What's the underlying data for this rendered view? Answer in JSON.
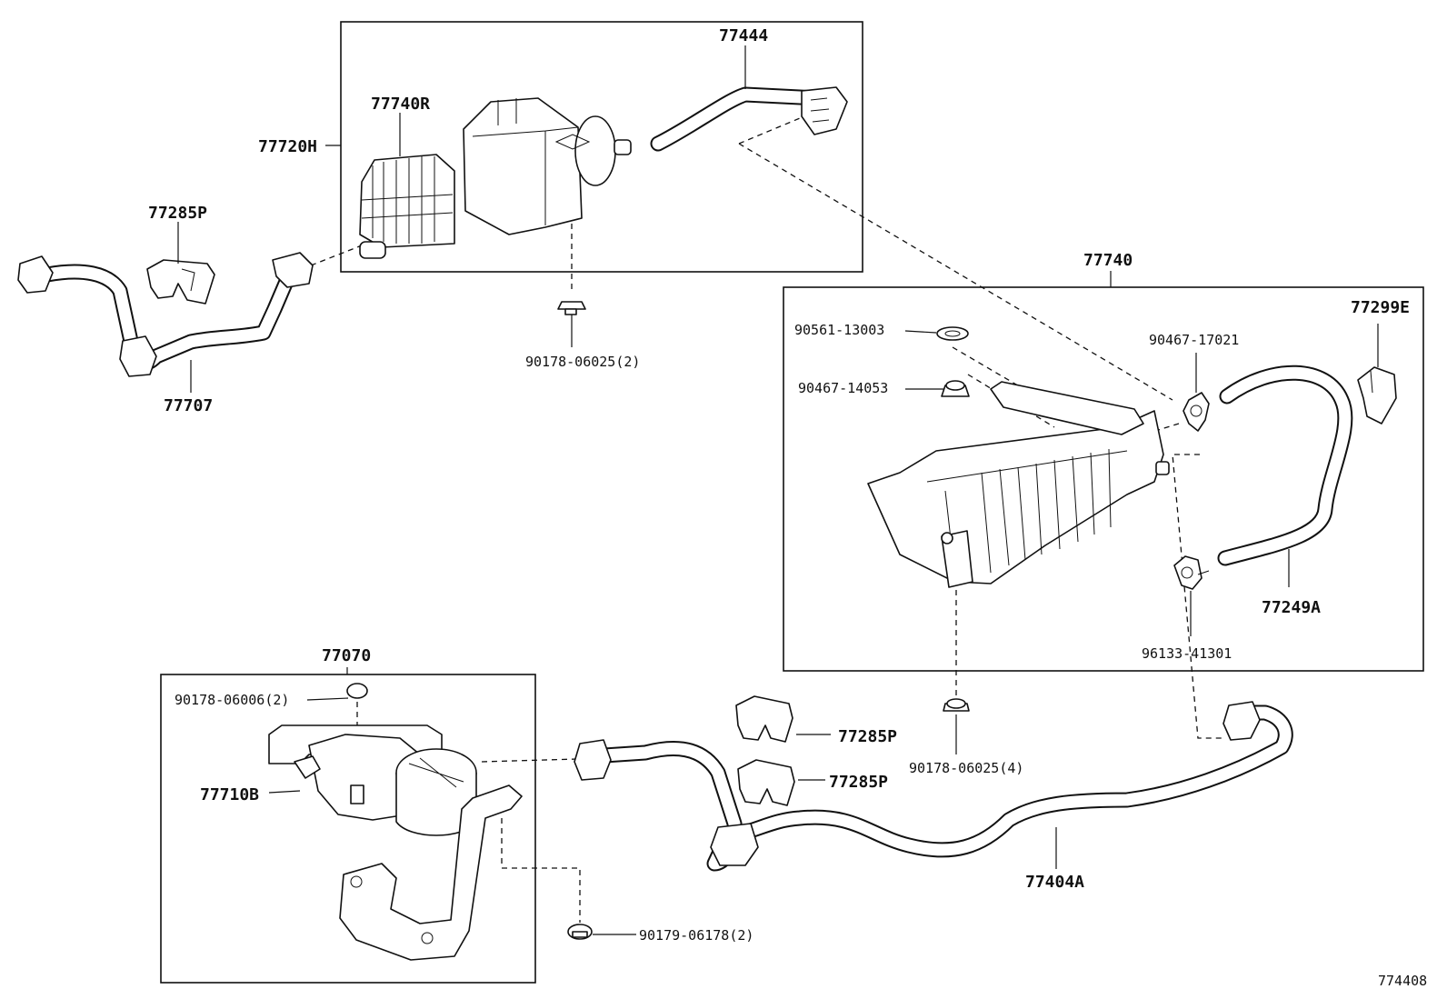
{
  "diagram_id": "774408",
  "groups": {
    "upper_assembly": "77720H",
    "canister_assembly": "77740",
    "pump_assembly": "77070"
  },
  "labels": {
    "p77444": "77444",
    "p77740R": "77740R",
    "p77720H": "77720H",
    "p77285P_top": "77285P",
    "p77707": "77707",
    "p90178_06025_2": "90178-06025(2)",
    "p77740": "77740",
    "p77299E": "77299E",
    "p90561_13003": "90561-13003",
    "p90467_17021": "90467-17021",
    "p90467_14053": "90467-14053",
    "p77249A": "77249A",
    "p96133_41301": "96133-41301",
    "p77070": "77070",
    "p90178_06006_2": "90178-06006(2)",
    "p77710B": "77710B",
    "p77285P_mid1": "77285P",
    "p77285P_mid2": "77285P",
    "p90178_06025_4": "90178-06025(4)",
    "p77404A": "77404A",
    "p90179_06178_2": "90179-06178(2)"
  }
}
